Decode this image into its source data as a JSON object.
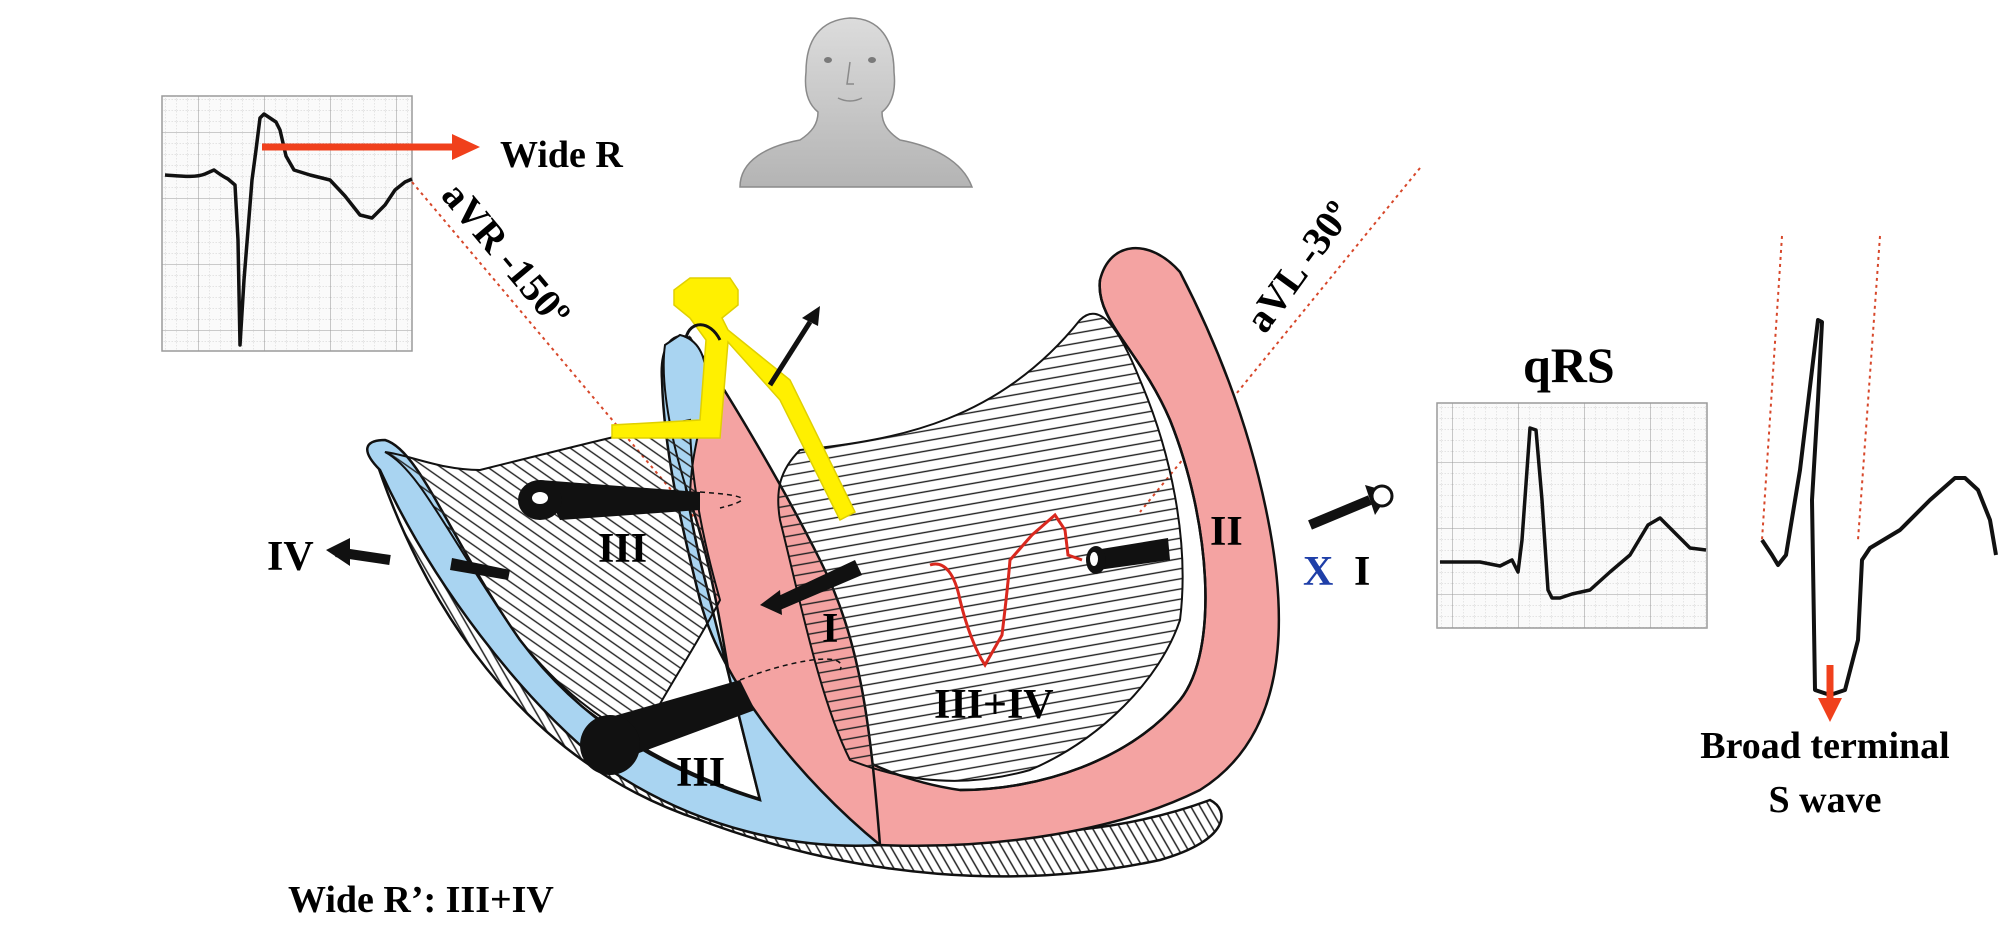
{
  "labels": {
    "wide_r": "Wide R",
    "avr": "aVR -150º",
    "avl": "aVL -30º",
    "qrs": "qRS",
    "broad_terminal_line1": "Broad terminal",
    "broad_terminal_line2": "S wave",
    "wide_r_prime": "Wide R’: III+IV",
    "iv_left": "IV",
    "iii_upper": "III",
    "i_septum": "I",
    "ii_free_wall": "II",
    "x_marker": "X",
    "i_right": "I",
    "iii_plus_iv": "III+IV",
    "iii_lower": "III"
  },
  "colors": {
    "right_ventricle": "#a9d4f1",
    "left_ventricle": "#f4a3a2",
    "arrow_orange": "#f0401c",
    "avr_dotted_line": "#d7472a",
    "avl_dotted_line": "#d7472a",
    "electrode_yellow": "#fff000",
    "fascicle_red": "#d9281e",
    "x_marker": "#1f3fa8",
    "ecg_grid": "#b9b9b9"
  },
  "icons": {
    "human_figure": "human-torso-icon",
    "electrode": "electrode-pin-icon"
  }
}
